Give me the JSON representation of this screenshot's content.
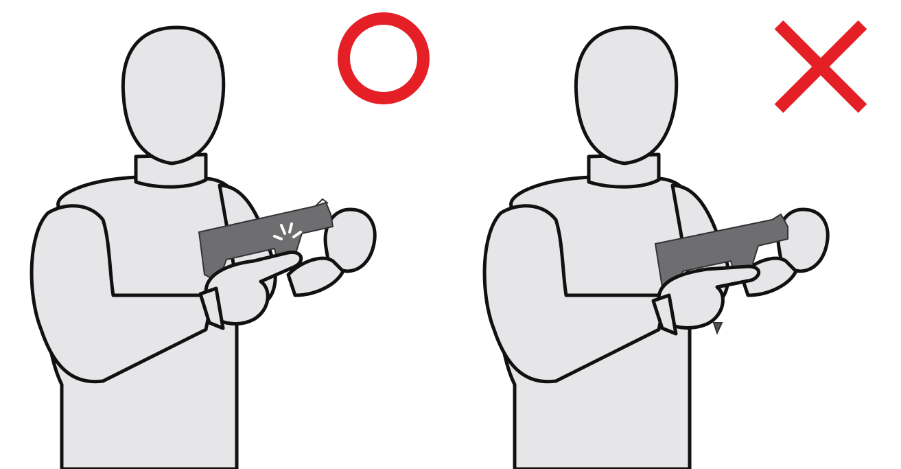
{
  "colors": {
    "figure_fill": "#e6e6e8",
    "outline": "#111111",
    "gun_fill": "#6e6e70",
    "gun_dark": "#555557",
    "mark_red": "#e41f26",
    "background": "#ffffff"
  },
  "panels": [
    {
      "id": "correct",
      "mark": "circle-check-icon",
      "verdict": "correct"
    },
    {
      "id": "incorrect",
      "mark": "cross-icon",
      "verdict": "incorrect"
    }
  ]
}
